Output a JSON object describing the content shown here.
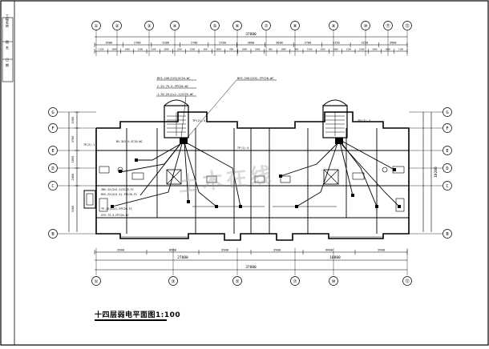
{
  "drawing": {
    "title": "十四层弱电平面图1:100",
    "watermark": "土木在线"
  },
  "side_labels": [
    "工程名称",
    "图 名",
    "日 期"
  ],
  "axis_top": [
    "①",
    "②",
    "③",
    "④",
    "⑤",
    "⑥",
    "⑦",
    "⑧",
    "⑨",
    "⑩",
    "⑪",
    "⑫"
  ],
  "axis_bottom": [
    "①",
    "③",
    "⑤",
    "⑦",
    "⑩",
    "⑫"
  ],
  "axis_side": [
    "G",
    "F",
    "E",
    "D",
    "C",
    "B"
  ],
  "dims_top_total": "37800",
  "dims_top_row1": [
    "3900",
    "2700",
    "3300",
    "2700",
    "2700",
    "3600",
    "3600",
    "2700",
    "3150",
    "3150",
    "3900"
  ],
  "dims_top_row2": [
    "1100",
    "1800",
    "1000",
    "1500",
    "1200",
    "1800",
    "1200",
    "1500",
    "900",
    "1800",
    "900",
    "1800",
    "1800",
    "900",
    "1800",
    "900",
    "1500",
    "1200",
    "1800",
    "1200",
    "1500",
    "1000",
    "1800",
    "1100"
  ],
  "dims_bottom_row1": [
    "3900",
    "6600",
    "3900",
    "3900",
    "6600",
    "3900"
  ],
  "dims_bottom_total": "37800",
  "dims_bottom_half": [
    "27000",
    "10800"
  ],
  "dims_left": [
    "1500",
    "3700",
    "1800",
    "2400",
    "3100"
  ],
  "dims_right_total": "10200",
  "annotations": {
    "riser_left": [
      "BV3-2X6(2X3)SC20-WC",
      "2-2V-75-5-FPC20-WC",
      "1-3V-2X(2+2-1)SC25-WC"
    ],
    "riser_right": "BV3-2X6(2X3)-FPC20-WC",
    "cable_left_1": "BV-3X2.5-SC20-WC",
    "cable_left_2": "ZBV-2X(2X1.5)SC25-FC",
    "cable_left_3": "RVS-2X(2X1.5)-FPC20-FC",
    "cable_left_4": "TP-2X(2+2)-FPC20-FC",
    "cable_left_5": "SYV-75-5-FPC20-FC",
    "room_tag_left": "TP(2)-4",
    "room_tag_right": "TP(3)-2",
    "box_left": "TP(3)-1",
    "box_center": "TP(1)-4"
  }
}
